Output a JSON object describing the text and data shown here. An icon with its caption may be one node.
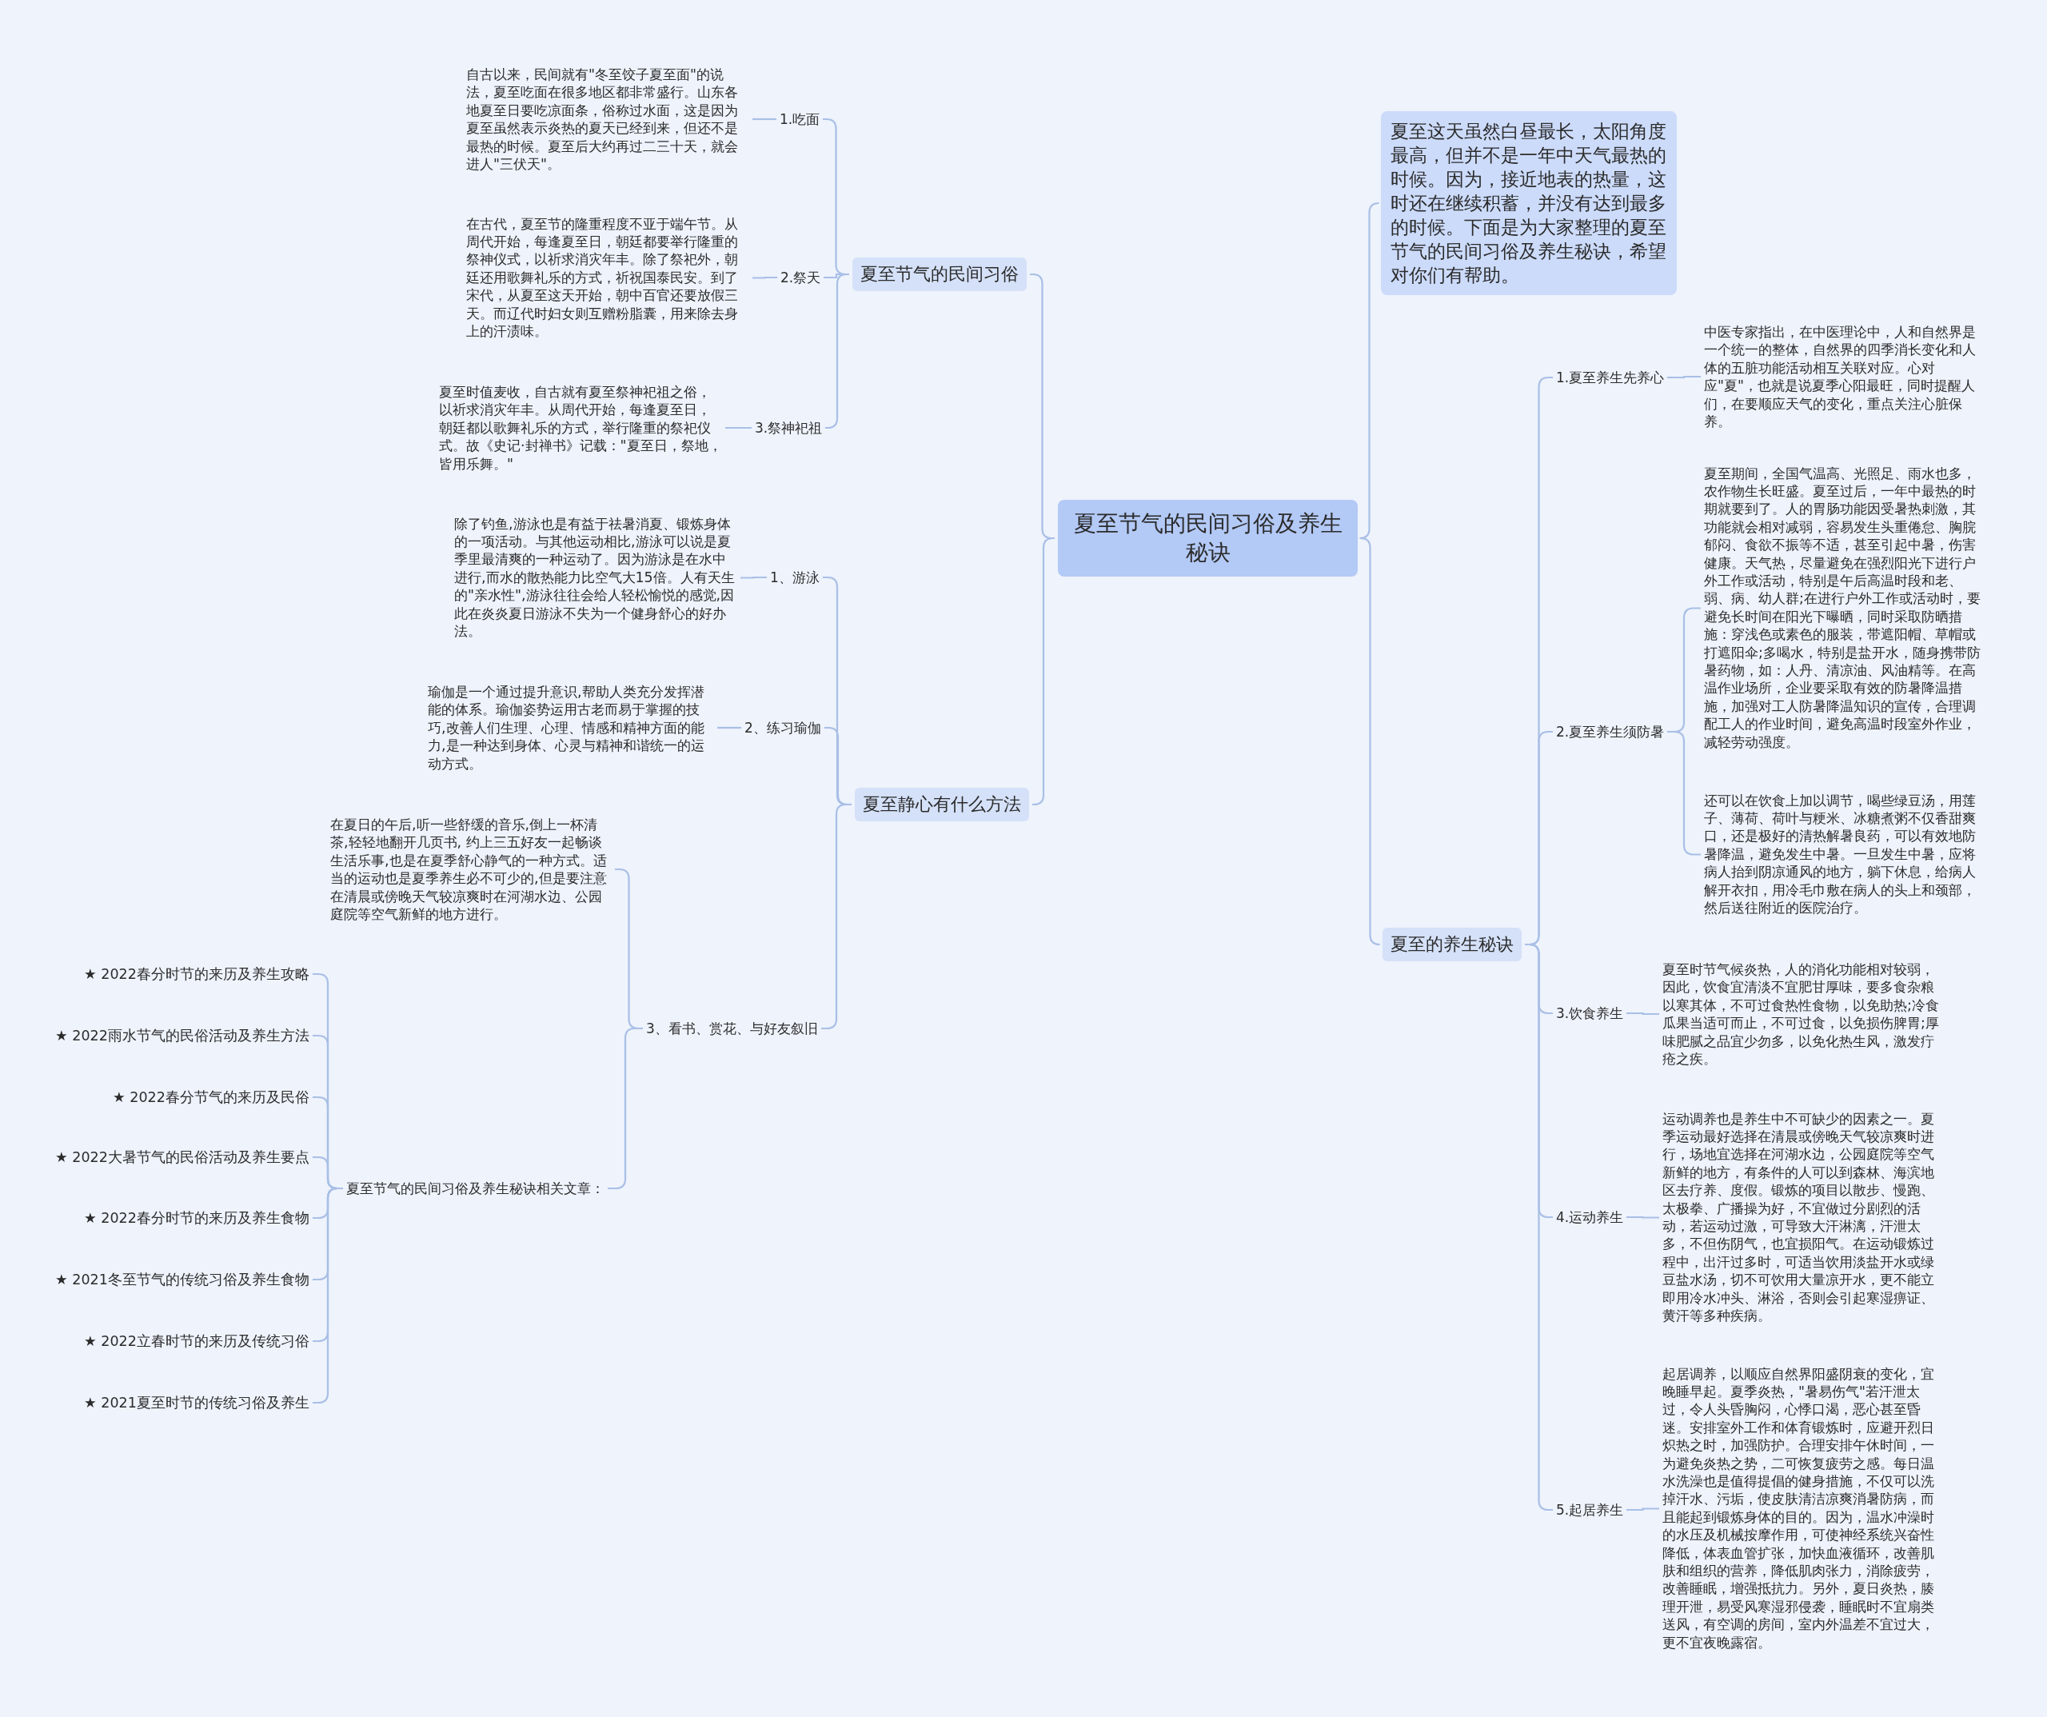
{
  "diagram": {
    "nodes": [
      {
        "text": [
          "夏至节气的民间习俗及养生秘诀"
        ]
      },
      {
        "text": [
          "夏至这天虽然白昼最长，太阳角度最高，但并不是一年中天气最热的时候。因为，接近地表的热量，这时还在继续积蓄，并没有达到最多的时候。下面是为大家整理的夏至节气的民间习俗及养生秘诀，希望对你们有帮助。"
        ]
      },
      {
        "text": [
          "夏至节气的民间习俗"
        ]
      },
      {
        "text": [
          "1.吃面"
        ]
      },
      {
        "text": [
          "自古以来，民间就有\"冬至饺子夏至面\"的说法，夏至吃面在很多地区都非常盛行。山东各地夏至日要吃凉面条，俗称过水面，这是因为夏至虽然表示炎热的夏天已经到来，但还不是最热的时候。夏至后大约再过二三十天，就会进人\"三伏天\"。"
        ]
      },
      {
        "text": [
          "2.祭天"
        ]
      },
      {
        "text": [
          "在古代，夏至节的隆重程度不亚于端午节。从周代开始，每逢夏至日，朝廷都要举行隆重的祭神仪式，以祈求消灾年丰。除了祭祀外，朝廷还用歌舞礼乐的方式，祈祝国泰民安。到了宋代，从夏至这天开始，朝中百官还要放假三天。而辽代时妇女则互赠粉脂囊，用来除去身上的汗渍味。"
        ]
      },
      {
        "text": [
          "3.祭神祀祖"
        ]
      },
      {
        "text": [
          "夏至时值麦收，自古就有夏至祭神祀祖之俗，以祈求消灾年丰。从周代开始，每逢夏至日，朝廷都以歌舞礼乐的方式，举行隆重的祭祀仪式。故《史记·封禅书》记载：\"夏至日，祭地，皆用乐舞。\""
        ]
      },
      {
        "text": [
          "夏至静心有什么方法"
        ]
      },
      {
        "text": [
          "1、游泳"
        ]
      },
      {
        "text": [
          "除了钓鱼,游泳也是有益于祛暑消夏、锻炼身体的一项活动。与其他运动相比,游泳可以说是夏季里最清爽的一种运动了。因为游泳是在水中进行,而水的散热能力比空气大15倍。人有天生的\"亲水性\",游泳往往会给人轻松愉悦的感觉,因此在炎炎夏日游泳不失为一个健身舒心的好办法。"
        ]
      },
      {
        "text": [
          "2、练习瑜伽"
        ]
      },
      {
        "text": [
          "瑜伽是一个通过提升意识,帮助人类充分发挥潜能的体系。瑜伽姿势运用古老而易于掌握的技巧,改善人们生理、心理、情感和精神方面的能力,是一种达到身体、心灵与精神和谐统一的运动方式。"
        ]
      },
      {
        "text": [
          "3、看书、赏花、与好友叙旧"
        ]
      },
      {
        "text": [
          "在夏日的午后,听一些舒缓的音乐,倒上一杯清茶,轻轻地翻开几页书, 约上三五好友一起畅谈生活乐事,也是在夏季舒心静气的一种方式。适当的运动也是夏季养生必不可少的,但是要注意在清晨或傍晚天气较凉爽时在河湖水边、公园庭院等空气新鲜的地方进行。"
        ]
      },
      {
        "text": [
          "夏至节气的民间习俗及养生秘诀相关文章："
        ]
      },
      {
        "text": [
          "★ 2022春分时节的来历及养生攻略"
        ]
      },
      {
        "text": [
          "★ 2022雨水节气的民俗活动及养生方法"
        ]
      },
      {
        "text": [
          "★ 2022春分节气的来历及民俗"
        ]
      },
      {
        "text": [
          "★ 2022大暑节气的民俗活动及养生要点"
        ]
      },
      {
        "text": [
          "★ 2022春分时节的来历及养生食物"
        ]
      },
      {
        "text": [
          "★ 2021冬至节气的传统习俗及养生食物"
        ]
      },
      {
        "text": [
          "★ 2022立春时节的来历及传统习俗"
        ]
      },
      {
        "text": [
          "★ 2021夏至时节的传统习俗及养生"
        ]
      },
      {
        "text": [
          "夏至的养生秘诀"
        ]
      },
      {
        "text": [
          "1.夏至养生先养心"
        ]
      },
      {
        "text": [
          "中医专家指出，在中医理论中，人和自然界是一个统一的整体，自然界的四季消长变化和人体的五脏功能活动相互关联对应。心对应\"夏\"，也就是说夏季心阳最旺，同时提醒人们，在要顺应天气的变化，重点关注心脏保养。"
        ]
      },
      {
        "text": [
          "2.夏至养生须防暑"
        ]
      },
      {
        "text": [
          "夏至期间，全国气温高、光照足、雨水也多，农作物生长旺盛。夏至过后，一年中最热的时期就要到了。人的胃肠功能因受暑热刺激，其功能就会相对减弱，容易发生头重倦怠、胸脘郁闷、食欲不振等不适，甚至引起中暑，伤害健康。天气热，尽量避免在强烈阳光下进行户外工作或活动，特别是午后高温时段和老、弱、病、幼人群;在进行户外工作或活动时，要避免长时间在阳光下曝晒，同时采取防晒措施：穿浅色或素色的服装，带遮阳帽、草帽或打遮阳伞;多喝水，特别是盐开水，随身携带防暑药物，如：人丹、清凉油、风油精等。在高温作业场所，企业要采取有效的防暑降温措施，加强对工人防暑降温知识的宣传，合理调配工人的作业时间，避免高温时段室外作业，减轻劳动强度。"
        ]
      },
      {
        "text": [
          "还可以在饮食上加以调节，喝些绿豆汤，用莲子、薄荷、荷叶与粳米、冰糖煮粥不仅香甜爽口，还是极好的清热解暑良药，可以有效地防暑降温，避免发生中暑。一旦发生中暑，应将病人抬到阴凉通风的地方，躺下休息，给病人解开衣扣，用冷毛巾敷在病人的头上和颈部，然后送往附近的医院治疗。"
        ]
      },
      {
        "text": [
          "3.饮食养生"
        ]
      },
      {
        "text": [
          "夏至时节气候炎热，人的消化功能相对较弱，因此，饮食宜清淡不宜肥甘厚味，要多食杂粮以寒其体，不可过食热性食物，以免助热;冷食瓜果当适可而止，不可过食，以免损伤脾胃;厚味肥腻之品宜少勿多，以免化热生风，激发疔疮之疾。"
        ]
      },
      {
        "text": [
          "4.运动养生"
        ]
      },
      {
        "text": [
          "运动调养也是养生中不可缺少的因素之一。夏季运动最好选择在清晨或傍晚天气较凉爽时进行，场地宜选择在河湖水边，公园庭院等空气新鲜的地方，有条件的人可以到森林、海滨地区去疗养、度假。锻炼的项目以散步、慢跑、太极拳、广播操为好，不宜做过分剧烈的活动，若运动过激，可导致大汗淋漓，汗泄太多，不但伤阴气，也宜损阳气。在运动锻炼过程中，出汗过多时，可适当饮用淡盐开水或绿豆盐水汤，切不可饮用大量凉开水，更不能立即用冷水冲头、淋浴，否则会引起寒湿痹证、黄汗等多种疾病。"
        ]
      },
      {
        "text": [
          "5.起居养生"
        ]
      },
      {
        "text": [
          "起居调养，以顺应自然界阳盛阴衰的变化，宜晚睡早起。夏季炎热，\"暑易伤气\"若汗泄太过，令人头昏胸闷，心悸口渴，恶心甚至昏迷。安排室外工作和体育锻炼时，应避开烈日炽热之时，加强防护。合理安排午休时间，一为避免炎热之势，二可恢复疲劳之感。每日温水洗澡也是值得提倡的健身措施，不仅可以洗掉汗水、污垢，使皮肤清洁凉爽消暑防病，而且能起到锻炼身体的目的。因为，温水冲澡时的水压及机械按摩作用，可使神经系统兴奋性降低，体表血管扩张，加快血液循环，改善肌肤和组织的营养，降低肌肉张力，消除疲劳，改善睡眠，增强抵抗力。另外，夏日炎热，腠理开泄，易受风寒湿邪侵袭，睡眠时不宜扇类送风，有空调的房间，室内外温差不宜过大，更不宜夜晚露宿。"
        ]
      }
    ],
    "edges": [
      {
        "from": 0,
        "to": 1,
        "arrow": "none"
      },
      {
        "from": 0,
        "to": 2,
        "arrow": "none"
      },
      {
        "from": 0,
        "to": 9,
        "arrow": "none"
      },
      {
        "from": 0,
        "to": 25,
        "arrow": "none"
      },
      {
        "from": 2,
        "to": 3,
        "arrow": "none"
      },
      {
        "from": 2,
        "to": 5,
        "arrow": "none"
      },
      {
        "from": 2,
        "to": 7,
        "arrow": "none"
      },
      {
        "from": 3,
        "to": 4,
        "arrow": "none"
      },
      {
        "from": 5,
        "to": 6,
        "arrow": "none"
      },
      {
        "from": 7,
        "to": 8,
        "arrow": "none"
      },
      {
        "from": 9,
        "to": 10,
        "arrow": "none"
      },
      {
        "from": 9,
        "to": 12,
        "arrow": "none"
      },
      {
        "from": 9,
        "to": 14,
        "arrow": "none"
      },
      {
        "from": 10,
        "to": 11,
        "arrow": "none"
      },
      {
        "from": 12,
        "to": 13,
        "arrow": "none"
      },
      {
        "from": 14,
        "to": 15,
        "arrow": "none"
      },
      {
        "from": 14,
        "to": 16,
        "arrow": "none"
      },
      {
        "from": 16,
        "to": 17,
        "arrow": "none"
      },
      {
        "from": 16,
        "to": 18,
        "arrow": "none"
      },
      {
        "from": 16,
        "to": 19,
        "arrow": "none"
      },
      {
        "from": 16,
        "to": 20,
        "arrow": "none"
      },
      {
        "from": 16,
        "to": 21,
        "arrow": "none"
      },
      {
        "from": 16,
        "to": 22,
        "arrow": "none"
      },
      {
        "from": 16,
        "to": 23,
        "arrow": "none"
      },
      {
        "from": 16,
        "to": 24,
        "arrow": "none"
      },
      {
        "from": 25,
        "to": 26,
        "arrow": "none"
      },
      {
        "from": 25,
        "to": 28,
        "arrow": "none"
      },
      {
        "from": 25,
        "to": 31,
        "arrow": "none"
      },
      {
        "from": 25,
        "to": 33,
        "arrow": "none"
      },
      {
        "from": 25,
        "to": 35,
        "arrow": "none"
      },
      {
        "from": 26,
        "to": 27,
        "arrow": "none"
      },
      {
        "from": 28,
        "to": 29,
        "arrow": "none"
      },
      {
        "from": 28,
        "to": 30,
        "arrow": "none"
      },
      {
        "from": 31,
        "to": 32,
        "arrow": "none"
      },
      {
        "from": 33,
        "to": 34,
        "arrow": "none"
      },
      {
        "from": 35,
        "to": 36,
        "arrow": "none"
      }
    ]
  }
}
